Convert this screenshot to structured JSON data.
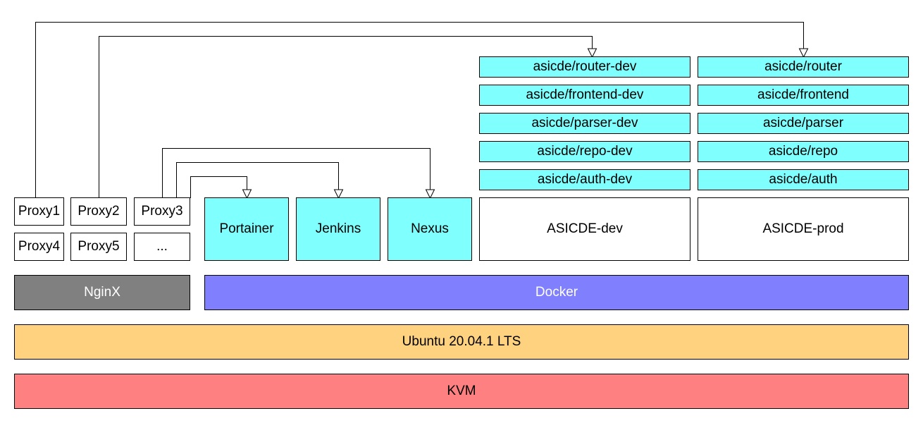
{
  "proxies": [
    "Proxy1",
    "Proxy2",
    "Proxy3",
    "Proxy4",
    "Proxy5",
    "..."
  ],
  "services": [
    "Portainer",
    "Jenkins",
    "Nexus"
  ],
  "environments": {
    "dev": {
      "name": "ASICDE-dev",
      "containers": [
        "asicde/router-dev",
        "asicde/frontend-dev",
        "asicde/parser-dev",
        "asicde/repo-dev",
        "asicde/auth-dev"
      ]
    },
    "prod": {
      "name": "ASICDE-prod",
      "containers": [
        "asicde/router",
        "asicde/frontend",
        "asicde/parser",
        "asicde/repo",
        "asicde/auth"
      ]
    }
  },
  "layers": {
    "nginx": "NginX",
    "docker": "Docker",
    "os": "Ubuntu 20.04.1 LTS",
    "hypervisor": "KVM"
  },
  "colors": {
    "container": "#80ffff",
    "nginx": "#808080",
    "docker": "#8080ff",
    "os": "#ffd280",
    "hypervisor": "#ff8080"
  },
  "connections": [
    {
      "from": "Proxy1",
      "to": "asicde/router"
    },
    {
      "from": "Proxy2",
      "to": "asicde/router-dev"
    },
    {
      "from": "Proxy3",
      "to": "Nexus"
    },
    {
      "from": "Proxy3",
      "to": "Jenkins"
    },
    {
      "from": "Proxy3",
      "to": "Portainer"
    }
  ]
}
